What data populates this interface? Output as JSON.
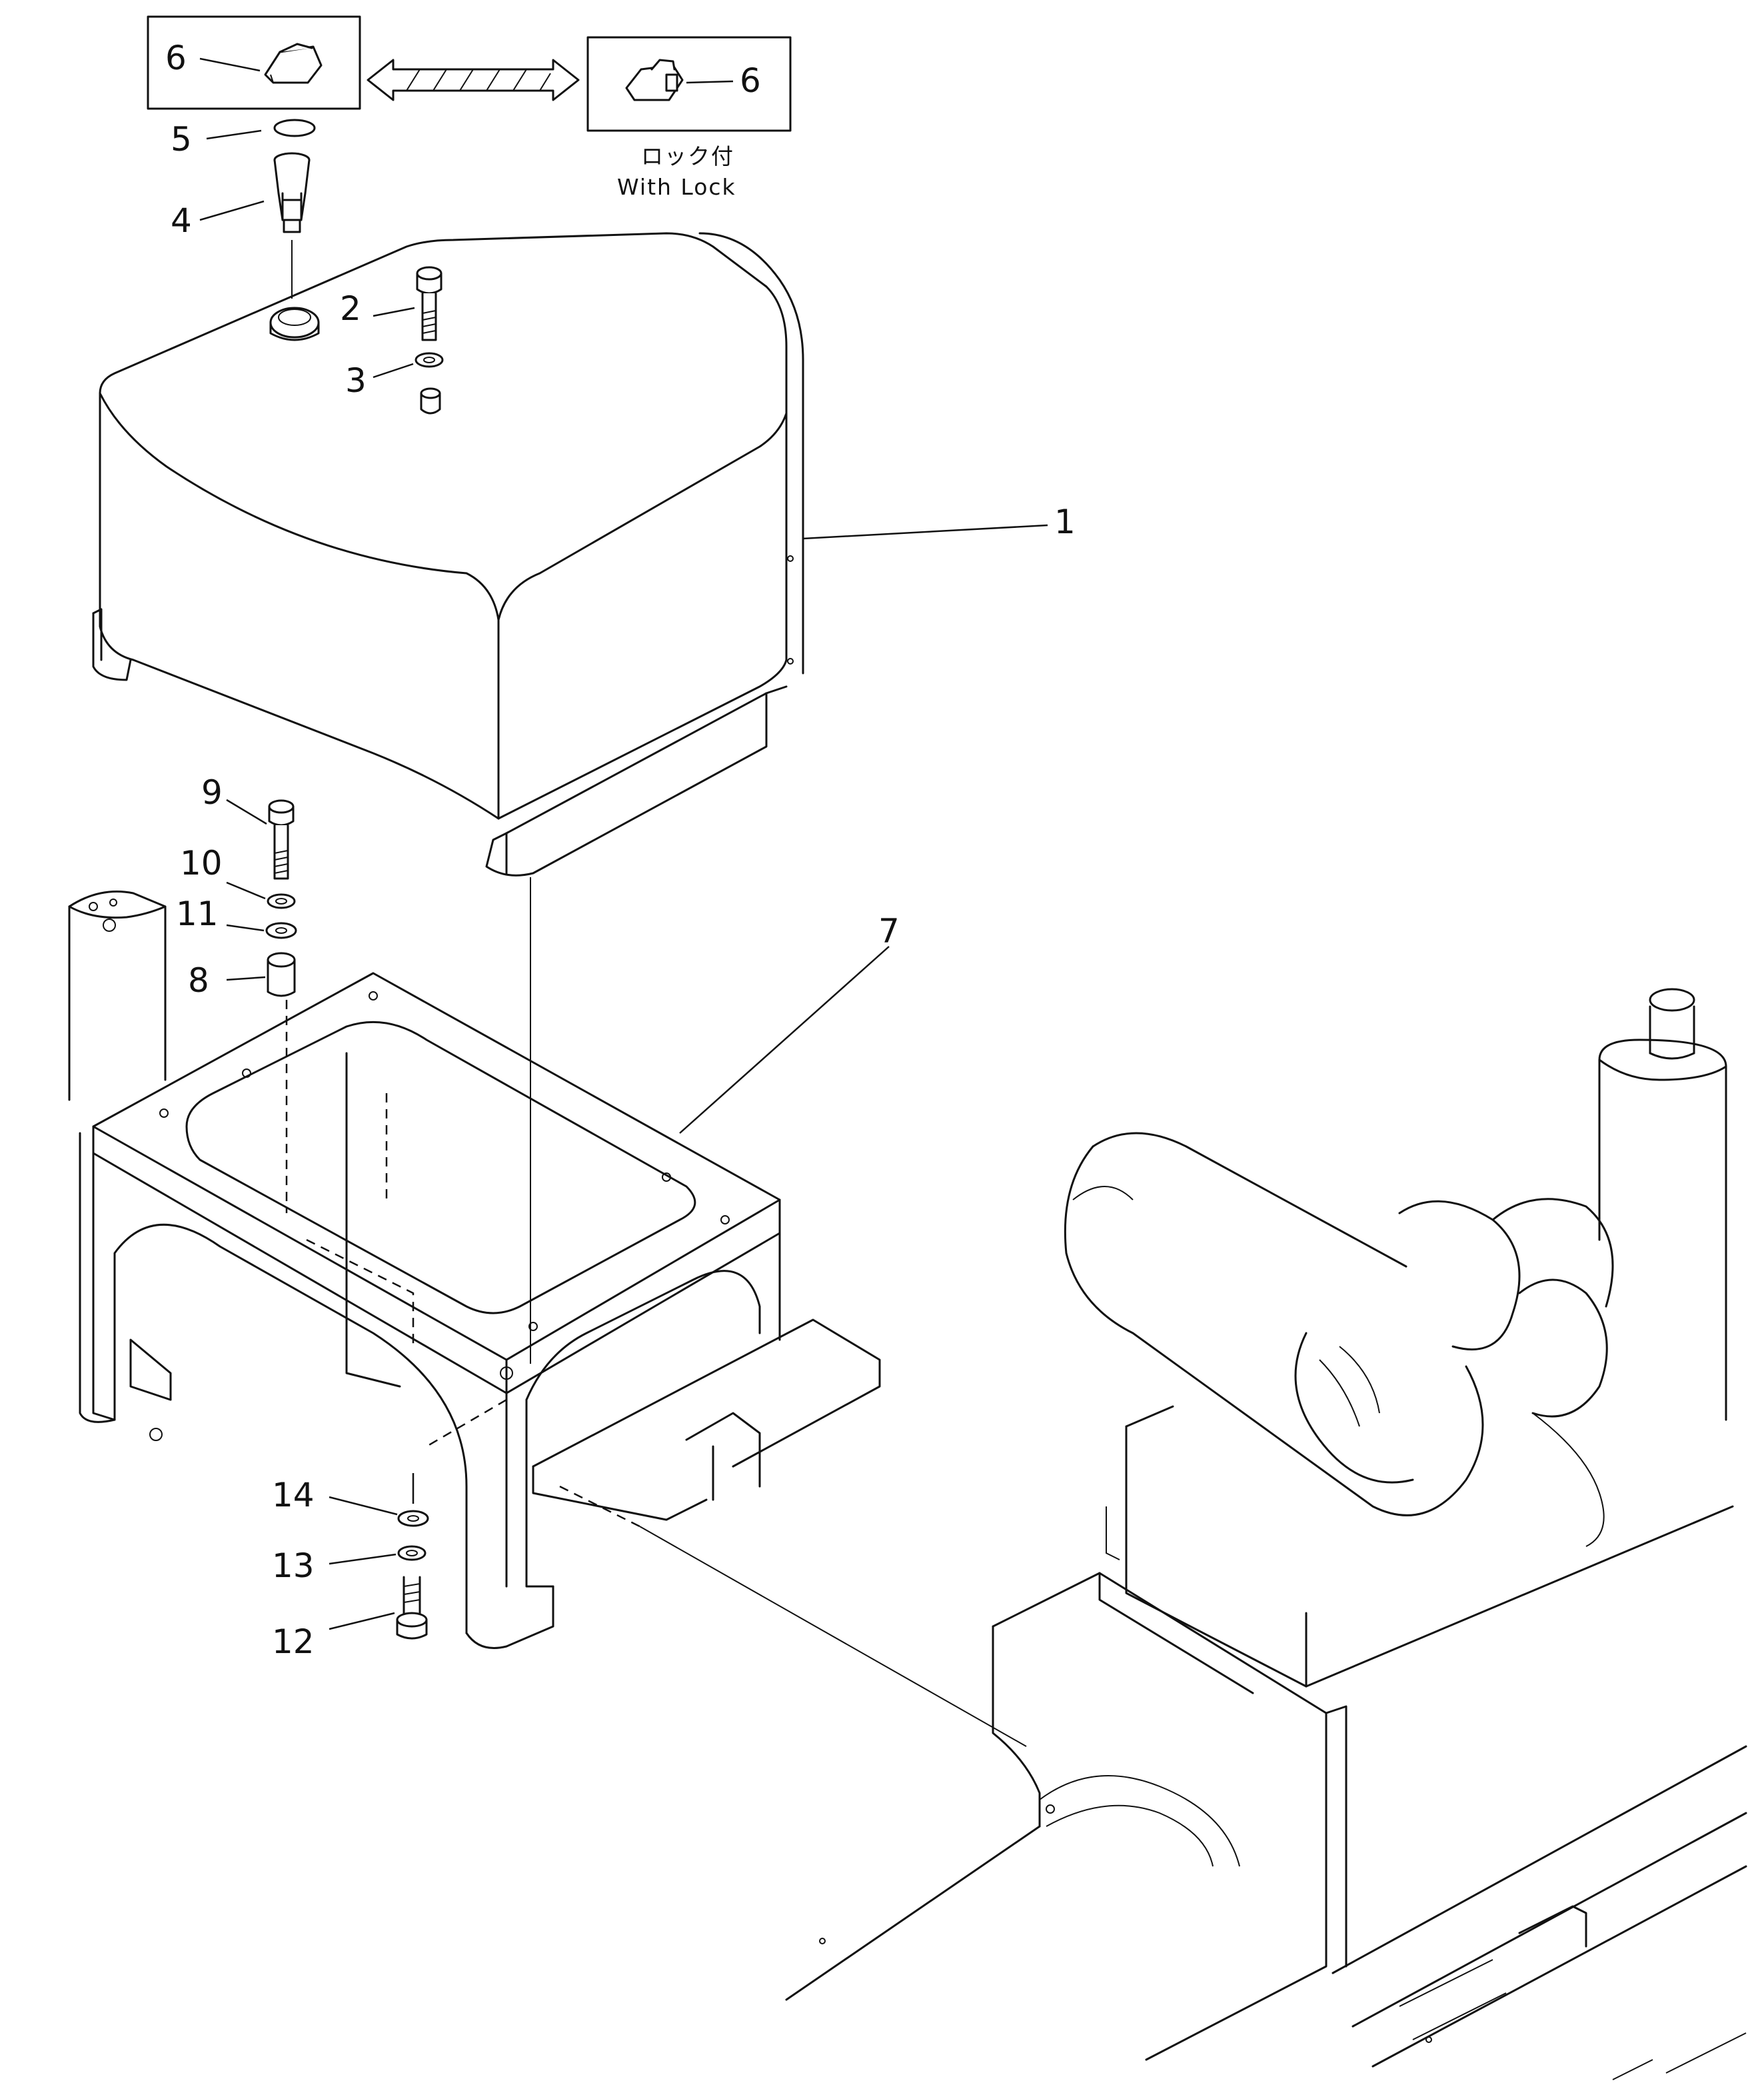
{
  "callouts": {
    "p1": "1",
    "p2": "2",
    "p3": "3",
    "p4": "4",
    "p5": "5",
    "p6a": "6",
    "p6b": "6",
    "p7": "7",
    "p8": "8",
    "p9": "9",
    "p10": "10",
    "p11": "11",
    "p12": "12",
    "p13": "13",
    "p14": "14"
  },
  "variant_note": {
    "japanese": "ロック付",
    "english": "With Lock"
  }
}
